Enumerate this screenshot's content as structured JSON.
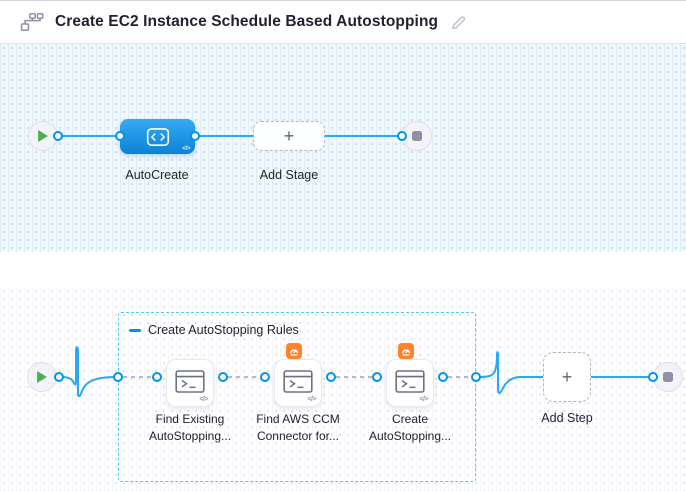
{
  "header": {
    "title": "Create EC2 Instance Schedule Based Autostopping"
  },
  "icons": {
    "code_glyph": "</>",
    "plus_glyph": "+"
  },
  "colors": {
    "text_dark": "#1f2030",
    "line_blue": "#29a8f5",
    "port_blue": "#0094e8",
    "stage_blue_top": "#35abf2",
    "stage_blue_bottom": "#0b82d8",
    "group_border_blue": "#56c6f8",
    "play_green": "#4caf50",
    "stop_gray": "#8f90a6",
    "badge_orange": "#ff832b",
    "icon_gray": "#6e7087",
    "dash_gray": "#b4b7c6"
  },
  "stage_pipeline": {
    "stage_label": "AutoCreate",
    "add_stage_label": "Add Stage"
  },
  "execution": {
    "step_group_label": "Create AutoStopping Rules",
    "steps": [
      {
        "label": "Find Existing AutoStopping..."
      },
      {
        "label": "Find AWS CCM Connector for..."
      },
      {
        "label": "Create AutoStopping..."
      }
    ],
    "add_step_label": "Add Step"
  }
}
